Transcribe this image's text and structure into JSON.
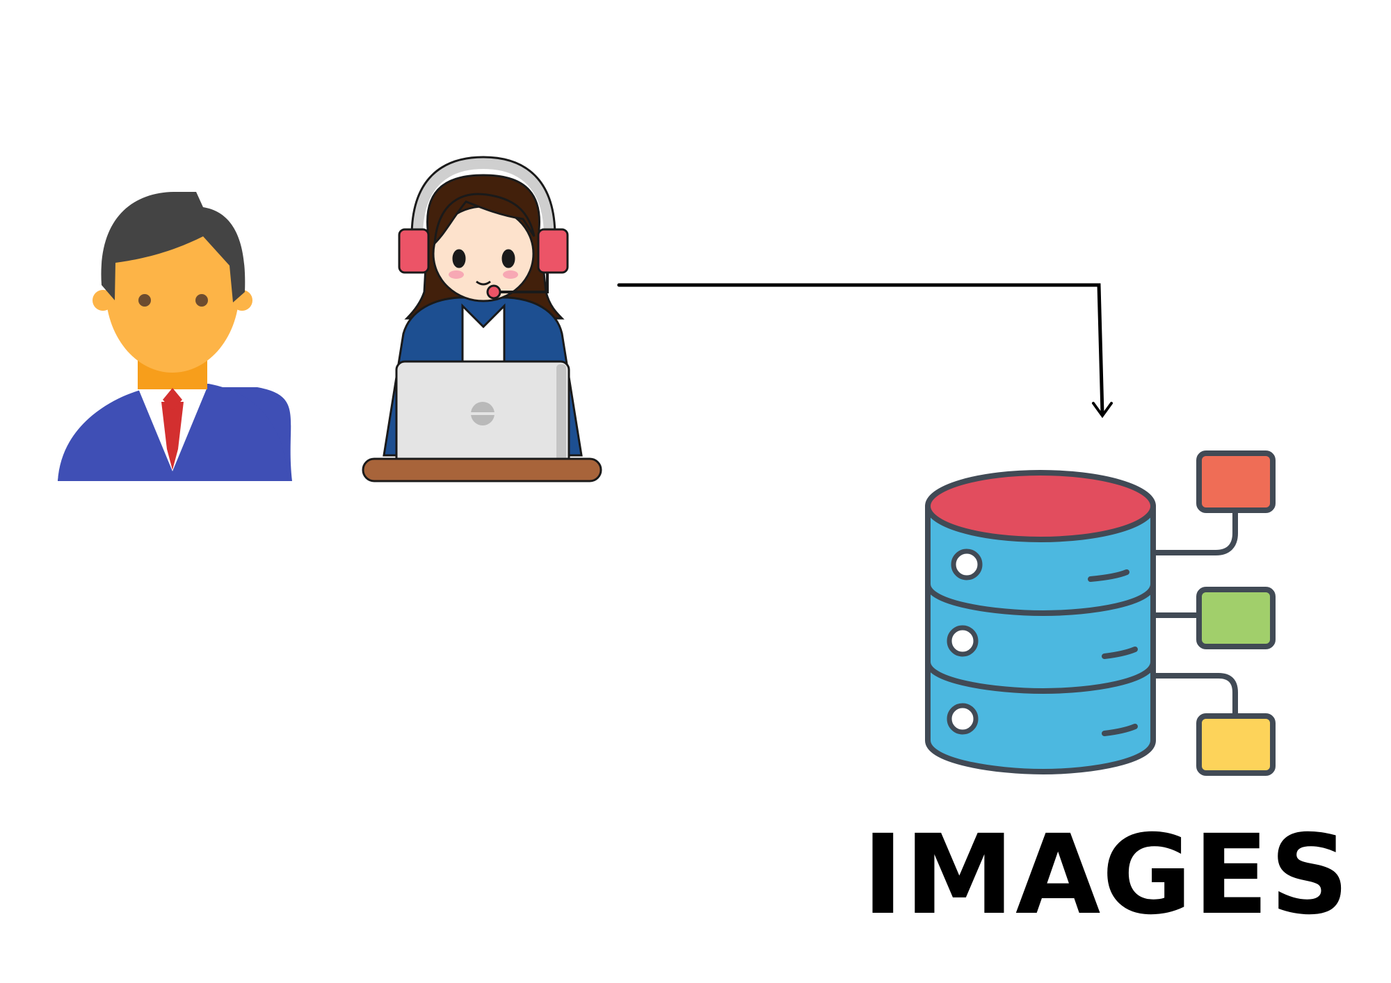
{
  "diagram": {
    "nodes": [
      {
        "id": "user",
        "icon": "businessman-icon"
      },
      {
        "id": "support-agent",
        "icon": "support-agent-icon"
      },
      {
        "id": "database",
        "icon": "database-icon",
        "label": "IMAGES"
      }
    ],
    "edges": [
      {
        "from": "support-agent",
        "to": "database",
        "style": "elbow-arrow"
      }
    ]
  },
  "colors": {
    "suit": "#3f4fb5",
    "skin": "#fdb447",
    "hair": "#444444",
    "tie": "#d32f2f",
    "db_top": "#e24d5e",
    "db_body": "#4cb8e0",
    "box_red": "#ef6d56",
    "box_green": "#a1cf6b",
    "box_yellow": "#fdd35a",
    "outline": "#414a55"
  }
}
